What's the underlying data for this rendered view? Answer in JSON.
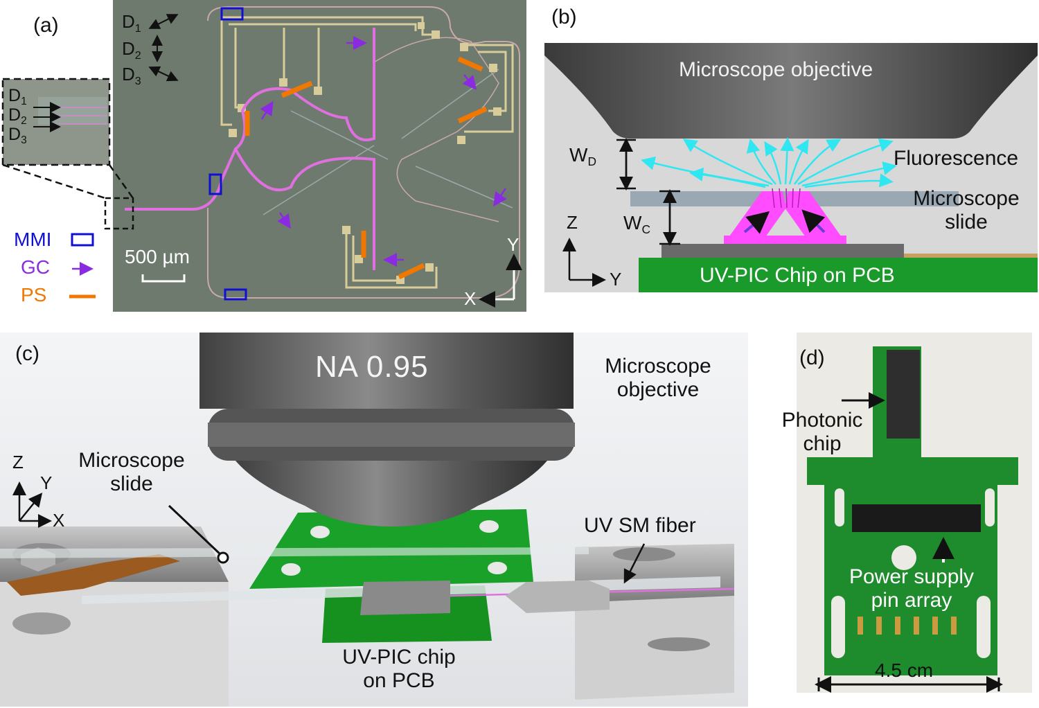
{
  "panel_a": {
    "letter": "(a)",
    "directions": [
      {
        "main": "D",
        "sub": "1"
      },
      {
        "main": "D",
        "sub": "2"
      },
      {
        "main": "D",
        "sub": "3"
      }
    ],
    "legend": {
      "mmi": "MMI",
      "gc": "GC",
      "ps": "PS"
    },
    "scalebar": "500 µm",
    "axis_x": "X",
    "axis_y": "Y",
    "colors": {
      "mmi": "#1010d0",
      "gc": "#8a2be2",
      "ps": "#f07800",
      "chip_bg": "#6f7a6e",
      "waveguide": "#e070e0",
      "metal": "#d8cc9a"
    }
  },
  "panel_b": {
    "letter": "(b)",
    "objective": "Microscope objective",
    "fluorescence": "Fluorescence",
    "slide_line1": "Microscope",
    "slide_line2": "slide",
    "wd": {
      "main": "W",
      "sub": "D"
    },
    "wc": {
      "main": "W",
      "sub": "C"
    },
    "axis_z": "Z",
    "axis_y": "Y",
    "chip": "UV-PIC Chip on PCB",
    "colors": {
      "objective": "#5a5a5a",
      "slide": "#9aa8b4",
      "beam": "#ff4cff",
      "fluor": "#30e6f0",
      "pcb": "#1a9a2a",
      "arrow": "#6a3cd8"
    }
  },
  "panel_c": {
    "letter": "(c)",
    "na": "NA 0.95",
    "objective_line1": "Microscope",
    "objective_line2": "objective",
    "slide_line1": "Microscope",
    "slide_line2": "slide",
    "fiber": "UV SM fiber",
    "chip_line1": "UV-PIC chip",
    "chip_line2": "on PCB",
    "axis_z": "Z",
    "axis_y": "Y",
    "axis_x": "X"
  },
  "panel_d": {
    "letter": "(d)",
    "photonic_line1": "Photonic",
    "photonic_line2": "chip",
    "power_line1": "Power supply",
    "power_line2": "pin array",
    "width": "4.5 cm"
  }
}
